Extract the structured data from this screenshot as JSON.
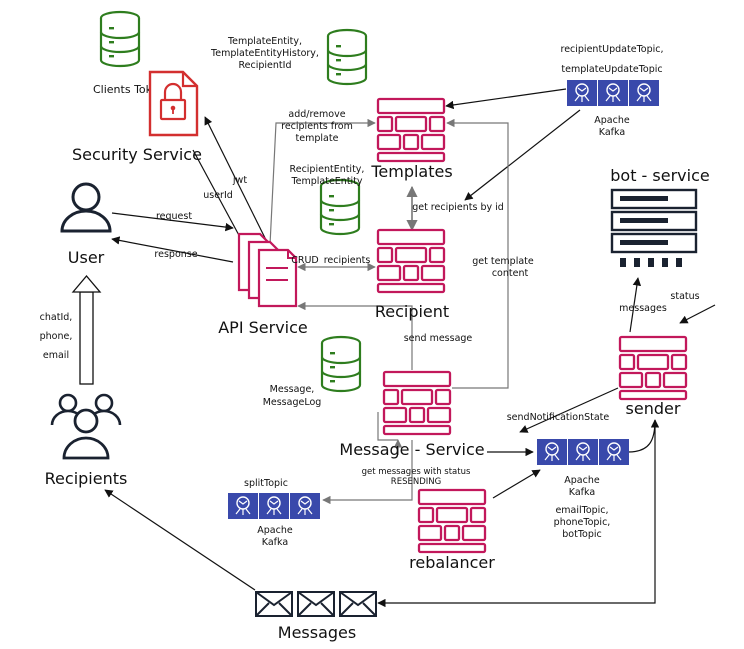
{
  "colors": {
    "db": "#2e7d1e",
    "service": "#c2185b",
    "security": "#d32f2f",
    "kafka": "#3949ab",
    "user": "#1a2230",
    "bot": "#1a2230",
    "edge_black": "#111111",
    "edge_gray": "#777777"
  },
  "nodes": {
    "clients_db": {
      "label": "Clients Tokens"
    },
    "security_service": {
      "label": "Security Service"
    },
    "template_db": {
      "label_line1": "TemplateEntity,",
      "label_line2": "TemplateEntityHistory,",
      "label_line3": "RecipientId"
    },
    "templates": {
      "label": "Templates"
    },
    "kafka_top": {
      "topic_line1": "recipientUpdateTopic,",
      "topic_line2": "templateUpdateTopic",
      "label_line1": "Apache",
      "label_line2": "Kafka"
    },
    "bot_service": {
      "label": "bot - service"
    },
    "user": {
      "label": "User"
    },
    "recipient_db": {
      "label_line1": "RecipientEntity,",
      "label_line2": "TemplateEntity"
    },
    "recipient": {
      "label": "Recipient"
    },
    "api_service": {
      "label": "API Service"
    },
    "sender": {
      "label": "sender"
    },
    "message_db": {
      "label_line1": "Message,",
      "label_line2": "MessageLog"
    },
    "message_service": {
      "label": "Message - Service"
    },
    "recipients": {
      "label": "Recipients"
    },
    "kafka_split": {
      "topic": "splitTopic",
      "label_line1": "Apache",
      "label_line2": "Kafka"
    },
    "rebalancer": {
      "label": "rebalancer"
    },
    "kafka_notify": {
      "label_line1": "Apache",
      "label_line2": "Kafka",
      "topic_line1": "emailTopic,",
      "topic_line2": "phoneTopic,",
      "topic_line3": "botTopic"
    },
    "messages": {
      "label": "Messages"
    }
  },
  "edges": {
    "request": "request",
    "response": "response",
    "jwt": "jwt",
    "userId": "userId",
    "add_remove_1": "add/remove",
    "add_remove_2": "recipients from",
    "add_remove_3": "template",
    "get_recipients_by_id": "get recipients by id",
    "crud": "CRUD",
    "recipients": "recipients",
    "get_template_1": "get template",
    "get_template_2": "content",
    "send_message": "send message",
    "chat_1": "chatId,",
    "chat_2": "phone,",
    "chat_3": "email",
    "get_status_1": "get messages with status",
    "get_status_2": "RESENDING",
    "send_notification_state": "sendNotificationState",
    "messages": "messages",
    "status": "status"
  }
}
